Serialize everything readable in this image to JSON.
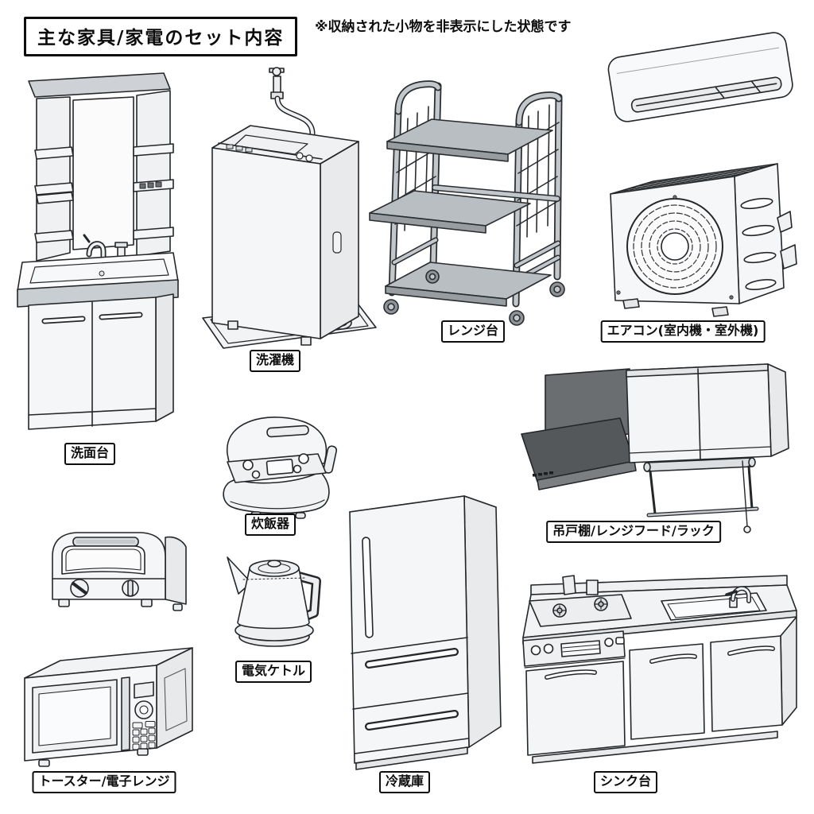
{
  "header": {
    "title": "主な家具/家電のセット内容",
    "note": "※収納された小物を非表示にした状態です"
  },
  "items": [
    {
      "id": "washstand",
      "label": "洗面台"
    },
    {
      "id": "washing-machine",
      "label": "洗濯機"
    },
    {
      "id": "range-stand",
      "label": "レンジ台"
    },
    {
      "id": "air-conditioner",
      "label": "エアコン(室内機・室外機)"
    },
    {
      "id": "rice-cooker",
      "label": "炊飯器"
    },
    {
      "id": "cupboard-hood-rack",
      "label": "吊戸棚/レンジフード/ラック"
    },
    {
      "id": "electric-kettle",
      "label": "電気ケトル"
    },
    {
      "id": "toaster-microwave",
      "label": "トースター/電子レンジ"
    },
    {
      "id": "refrigerator",
      "label": "冷蔵庫"
    },
    {
      "id": "sink-unit",
      "label": "シンク台"
    }
  ],
  "colors": {
    "background": "#ffffff",
    "outline": "#24272a",
    "label_border": "#0d0d0d",
    "fill_light": "#f5f6f7",
    "fill_mid": "#d9dcdf",
    "fill_gray": "#b9bec3",
    "hood_dark": "#55585b"
  }
}
